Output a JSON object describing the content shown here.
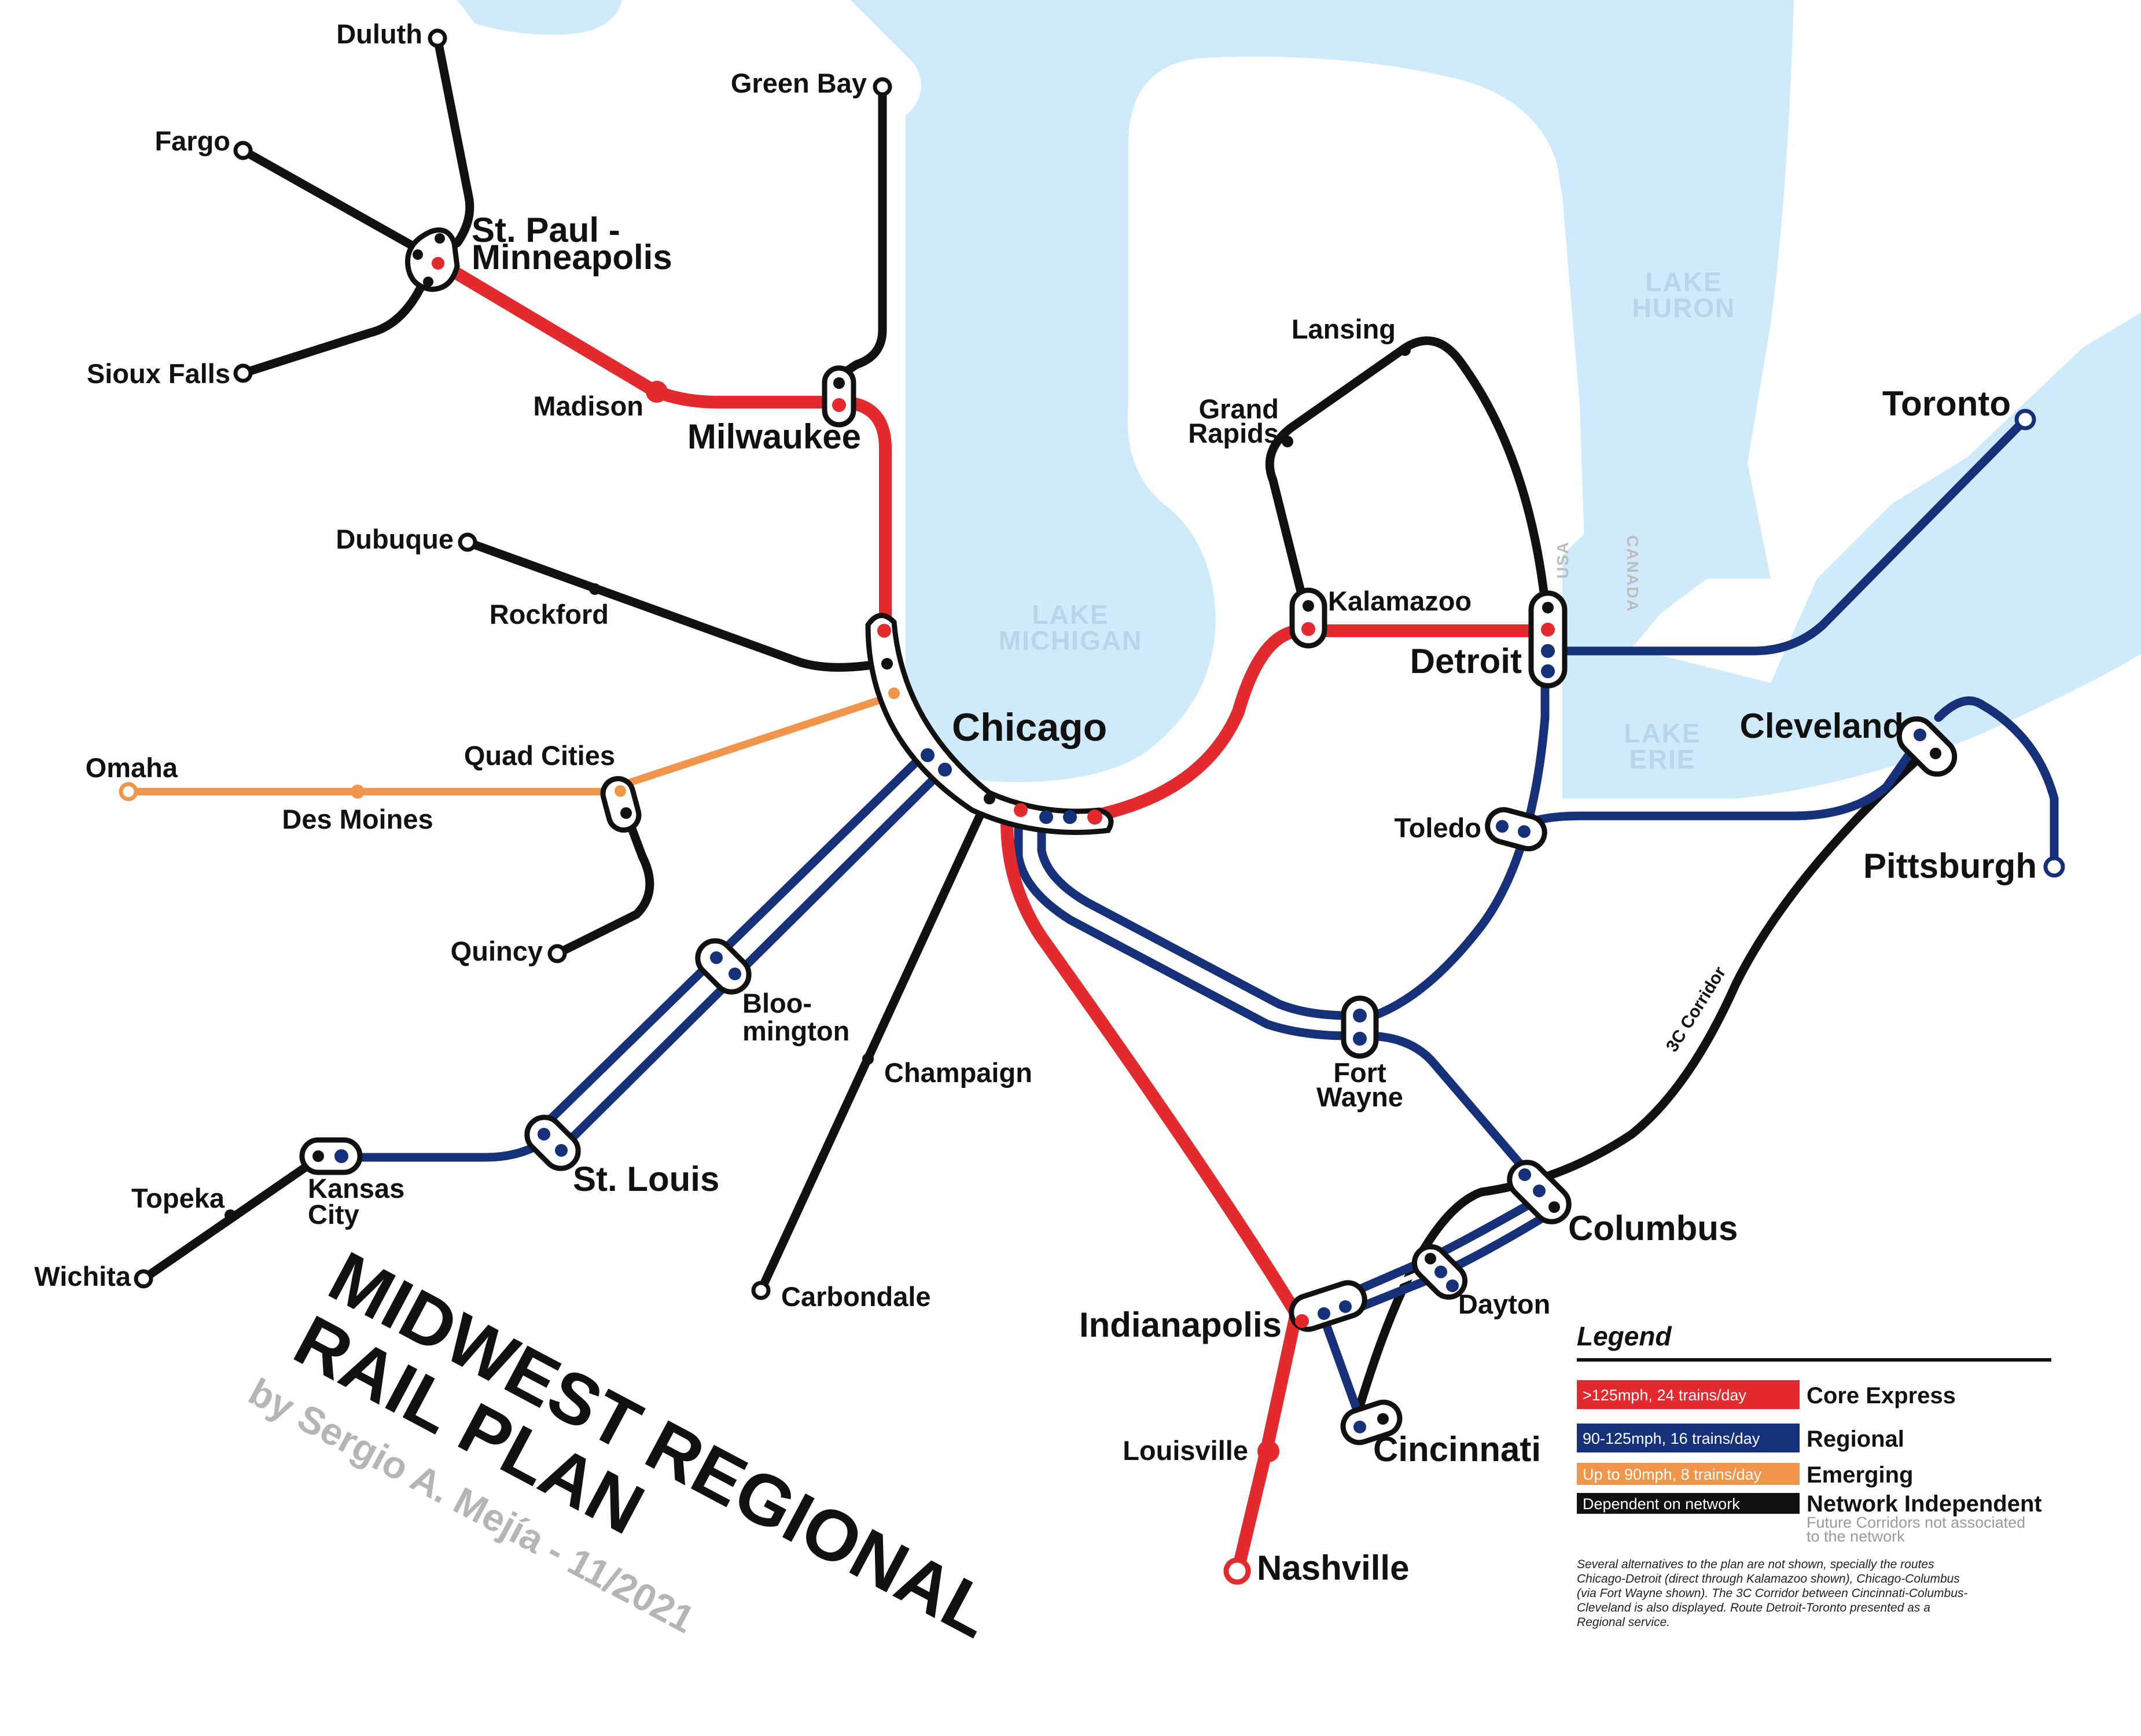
{
  "title": {
    "line1": "MIDWEST REGIONAL",
    "line2": "RAIL PLAN",
    "author": "by Sergio A. Mejía - 11/2021"
  },
  "colors": {
    "water": "#cfeafa",
    "core_express": "#e32a2f",
    "regional": "#16317a",
    "emerging": "#f0954a",
    "network_independent": "#111111"
  },
  "water_labels": {
    "lake_michigan": [
      "LAKE",
      "MICHIGAN"
    ],
    "lake_huron": [
      "LAKE",
      "HURON"
    ],
    "lake_erie": [
      "LAKE",
      "ERIE"
    ]
  },
  "border_labels": {
    "usa": "USA",
    "canada": "CANADA"
  },
  "corridor_label": "3C Corridor",
  "cities": {
    "duluth": "Duluth",
    "fargo": "Fargo",
    "st_paul_1": "St. Paul -",
    "st_paul_2": "Minneapolis",
    "sioux_falls": "Sioux Falls",
    "madison": "Madison",
    "milwaukee": "Milwaukee",
    "green_bay": "Green Bay",
    "dubuque": "Dubuque",
    "rockford": "Rockford",
    "chicago": "Chicago",
    "omaha": "Omaha",
    "des_moines": "Des Moines",
    "quad_cities": "Quad Cities",
    "quincy": "Quincy",
    "bloomington_1": "Bloo-",
    "bloomington_2": "mington",
    "champaign": "Champaign",
    "st_louis": "St. Louis",
    "kansas_city_1": "Kansas",
    "kansas_city_2": "City",
    "topeka": "Topeka",
    "wichita": "Wichita",
    "carbondale": "Carbondale",
    "lansing": "Lansing",
    "grand_rapids_1": "Grand",
    "grand_rapids_2": "Rapids",
    "kalamazoo": "Kalamazoo",
    "detroit": "Detroit",
    "toronto": "Toronto",
    "toledo": "Toledo",
    "cleveland": "Cleveland",
    "pittsburgh": "Pittsburgh",
    "fort_wayne_1": "Fort",
    "fort_wayne_2": "Wayne",
    "columbus": "Columbus",
    "dayton": "Dayton",
    "indianapolis": "Indianapolis",
    "cincinnati": "Cincinnati",
    "louisville": "Louisville",
    "nashville": "Nashville"
  },
  "legend": {
    "title": "Legend",
    "rows": [
      {
        "speed": ">125mph, 24 trains/day",
        "name": "Core Express",
        "color": "#e32a2f"
      },
      {
        "speed": "90-125mph, 16 trains/day",
        "name": "Regional",
        "color": "#16317a"
      },
      {
        "speed": "Up to 90mph, 8 trains/day",
        "name": "Emerging",
        "color": "#f0954a"
      },
      {
        "speed": "Dependent on network",
        "name": "Network Independent",
        "color": "#111111"
      }
    ],
    "sub_note_1": "Future Corridors not associated",
    "sub_note_2": "to the network",
    "footnote": [
      "Several alternatives to the plan are not shown, specially the routes",
      "Chicago-Detroit (direct through Kalamazoo shown), Chicago-Columbus",
      "(via Fort Wayne shown). The 3C Corridor between Cincinnati-Columbus-",
      "Cleveland is also displayed. Route Detroit-Toronto presented as a",
      "Regional service."
    ]
  }
}
